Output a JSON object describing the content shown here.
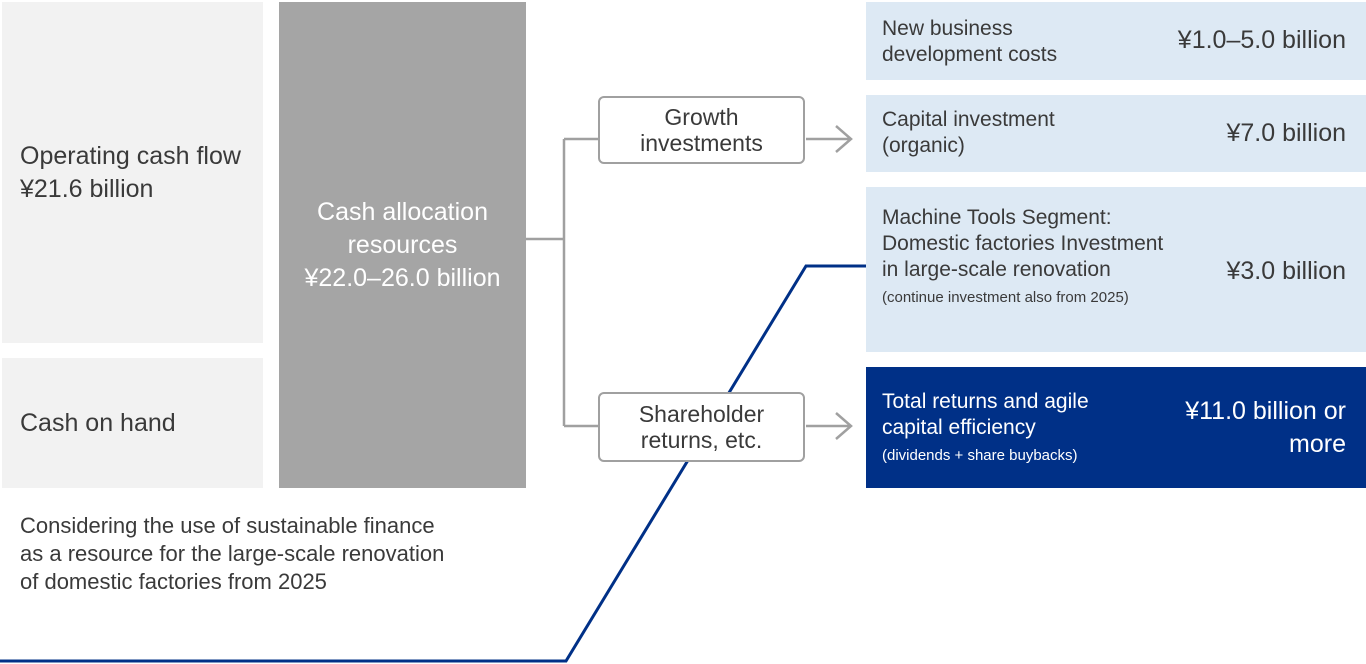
{
  "sources": {
    "operating_cf": "Operating cash flow ¥21.6 billion",
    "cash_on_hand": "Cash on hand"
  },
  "allocation": {
    "line1": "Cash allocation",
    "line2": "resources",
    "line3": "¥22.0–26.0 billion"
  },
  "categories": {
    "growth": "Growth investments",
    "shareholder": "Shareholder returns, etc."
  },
  "outcomes": [
    {
      "label": "New business development costs",
      "note": "",
      "amount": "¥1.0–5.0 billion"
    },
    {
      "label": "Capital investment (organic)",
      "note": "",
      "amount": "¥7.0 billion"
    },
    {
      "label": "Machine Tools Segment: Domestic factories Investment in large-scale renovation",
      "note": "(continue investment also from 2025)",
      "amount": "¥3.0 billion"
    },
    {
      "label": "Total returns and agile capital efficiency",
      "note": "(dividends + share buybacks)",
      "amount": "¥11.0 billion or more"
    }
  ],
  "footnote": "Considering the use of sustainable finance as a resource for the large-scale renovation of domestic factories from 2025",
  "colors": {
    "navy": "#003087",
    "light_blue": "#dde9f4",
    "dark_grey": "#a5a5a5",
    "light_grey": "#f2f2f2",
    "connector_grey": "#a0a0a0"
  }
}
